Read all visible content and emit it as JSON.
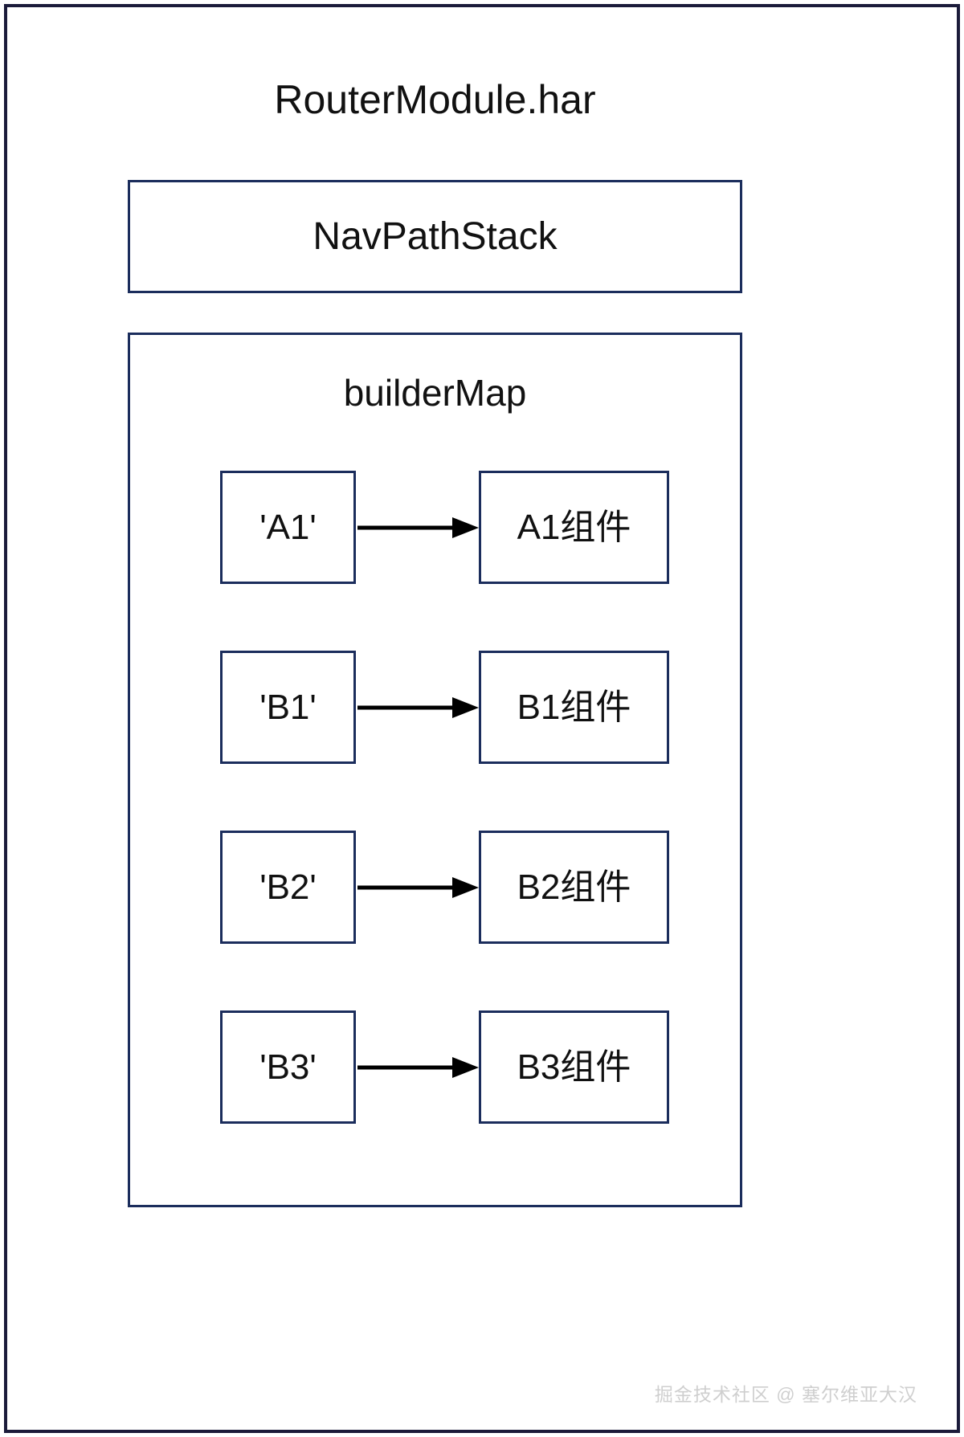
{
  "diagram": {
    "title": "RouterModule.har",
    "border_color": "#1b1b3a",
    "box_border_color": "#1b2d5c",
    "nav_stack": {
      "label": "NavPathStack"
    },
    "builder_map": {
      "label": "builderMap",
      "entries": [
        {
          "key": "'A1'",
          "component": "A1组件",
          "arrow": "right-arrow-icon"
        },
        {
          "key": "'B1'",
          "component": "B1组件",
          "arrow": "right-arrow-icon"
        },
        {
          "key": "'B2'",
          "component": "B2组件",
          "arrow": "right-arrow-icon"
        },
        {
          "key": "'B3'",
          "component": "B3组件",
          "arrow": "right-arrow-icon"
        }
      ]
    }
  },
  "watermark": {
    "text": "掘金技术社区 @ 塞尔维亚大汉"
  }
}
